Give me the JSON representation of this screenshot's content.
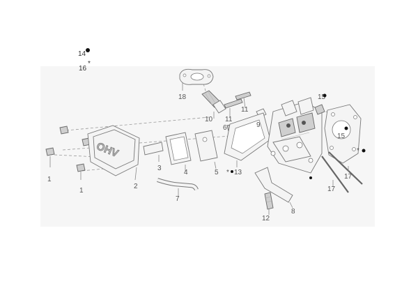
{
  "legend": {
    "dot_label": "14",
    "asterisk_label": "16",
    "asterisk_mark": "*"
  },
  "callouts": {
    "c1a": "1",
    "c1b": "1",
    "c2": "2",
    "c3": "3",
    "c4": "4",
    "c5": "5",
    "c6": "6",
    "c7": "7",
    "c8": "8",
    "c9": "9",
    "c10": "10",
    "c11a": "11",
    "c11b": "11",
    "c12": "12",
    "c13": "13",
    "c15a": "15",
    "c15b": "15",
    "c17a": "17",
    "c17b": "17",
    "c18": "18"
  },
  "marks": {
    "asterisk_13": "*",
    "asterisk_right": "*",
    "cover_logo": "OHV"
  }
}
